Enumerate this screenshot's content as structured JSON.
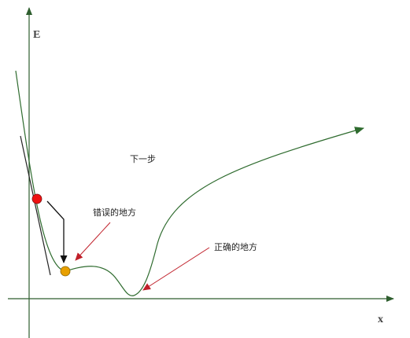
{
  "axes": {
    "y_label": "E",
    "x_label": "x"
  },
  "annotations": {
    "next_step": "下一步",
    "wrong_place": "错误的地方",
    "right_place": "正确的地方"
  },
  "colors": {
    "axis": "#2e5e2e",
    "curve": "#2e6b2e",
    "tangent": "#222222",
    "step_arrow": "#111111",
    "red_arrow": "#c0202a",
    "ball_start": "#ee1111",
    "ball_end": "#e8a000"
  }
}
